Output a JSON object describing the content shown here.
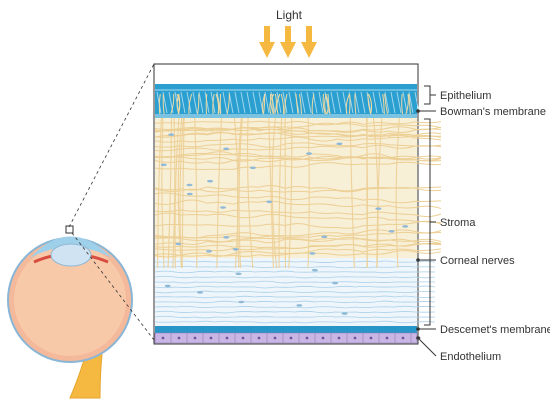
{
  "title": "Light",
  "labels": {
    "epithelium": "Epithelium",
    "bowman": "Bowman's membrane",
    "stroma": "Stroma",
    "corneal_nerves": "Corneal nerves",
    "descemet": "Descemet's membrane",
    "endothelium": "Endothelium"
  },
  "colors": {
    "light_arrow": "#f5b942",
    "epithelium": "#2a9fd0",
    "stroma_fibers": "#f1d9a0",
    "stroma_bg": "#dcefff",
    "descemet": "#2795c7",
    "endothelium": "#c9b6e4",
    "eye_sclera": "#f7c9a8",
    "eye_lens": "#cfe3f3",
    "optic_nerve": "#f5b942",
    "line": "#333333"
  }
}
